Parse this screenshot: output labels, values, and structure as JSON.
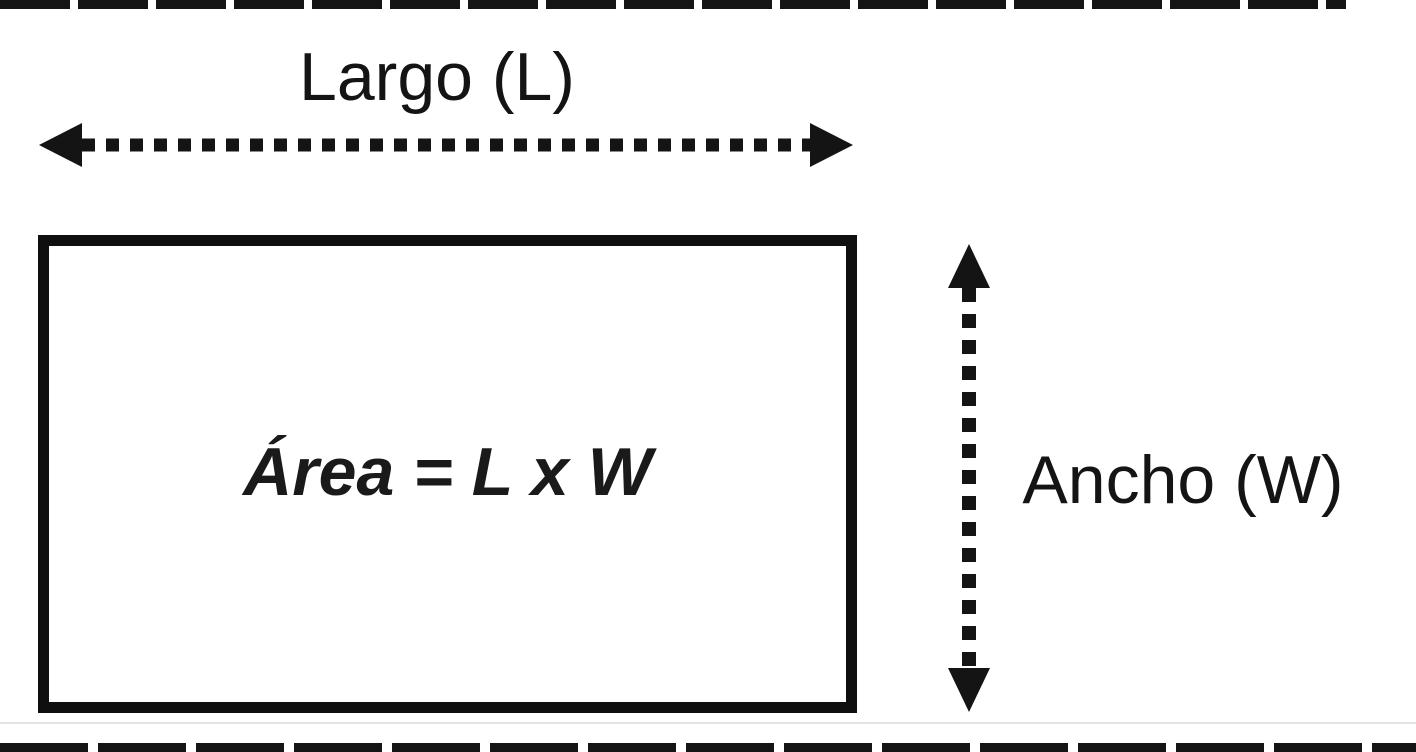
{
  "diagram": {
    "length_label": "Largo (L)",
    "area_formula": "Área = L x W",
    "width_label": "Ancho (W)"
  },
  "icons": {
    "length_arrow_icon": "horizontal-double-headed-dashed-arrow",
    "width_arrow_icon": "vertical-double-headed-dashed-arrow"
  },
  "colors": {
    "ink": "#141414",
    "background": "#ffffff"
  }
}
